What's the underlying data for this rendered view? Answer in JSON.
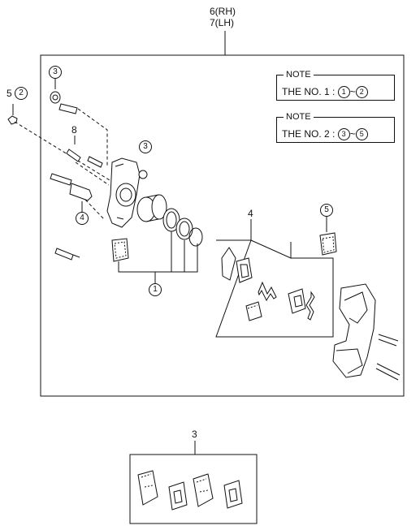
{
  "header_labels": {
    "rh": "6(RH)",
    "lh": "7(LH)"
  },
  "notes": [
    {
      "title": "NOTE",
      "prefix": "THE NO. 1 : ",
      "from": "1",
      "sep": "~",
      "to": "2"
    },
    {
      "title": "NOTE",
      "prefix": "THE NO. 2 : ",
      "from": "3",
      "sep": "~",
      "to": "5"
    }
  ],
  "callouts": {
    "bleeder_screw_ref": "5",
    "bleeder_screw_circ": "2",
    "bolt_cap_top": "3",
    "bolt_cap_mid": "3",
    "guide_pin_ref": "8",
    "pin_bolt_ref": "4",
    "seal_kit": "1",
    "pad_kit": "4",
    "shim_ref": "5",
    "pad_set_ref": "3"
  }
}
